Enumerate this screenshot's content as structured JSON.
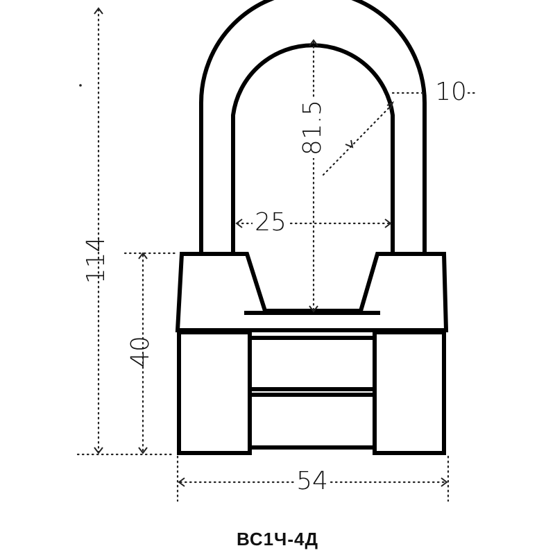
{
  "drawing": {
    "dimensions": {
      "overall_height": "114",
      "body_height": "40",
      "body_width": "54",
      "shackle_inner_width": "25",
      "shackle_clearance": "81.5",
      "shackle_diameter": "10"
    },
    "model": "ВС1Ч-4Д"
  },
  "colors": {
    "line": "#000000",
    "background": "#ffffff"
  }
}
